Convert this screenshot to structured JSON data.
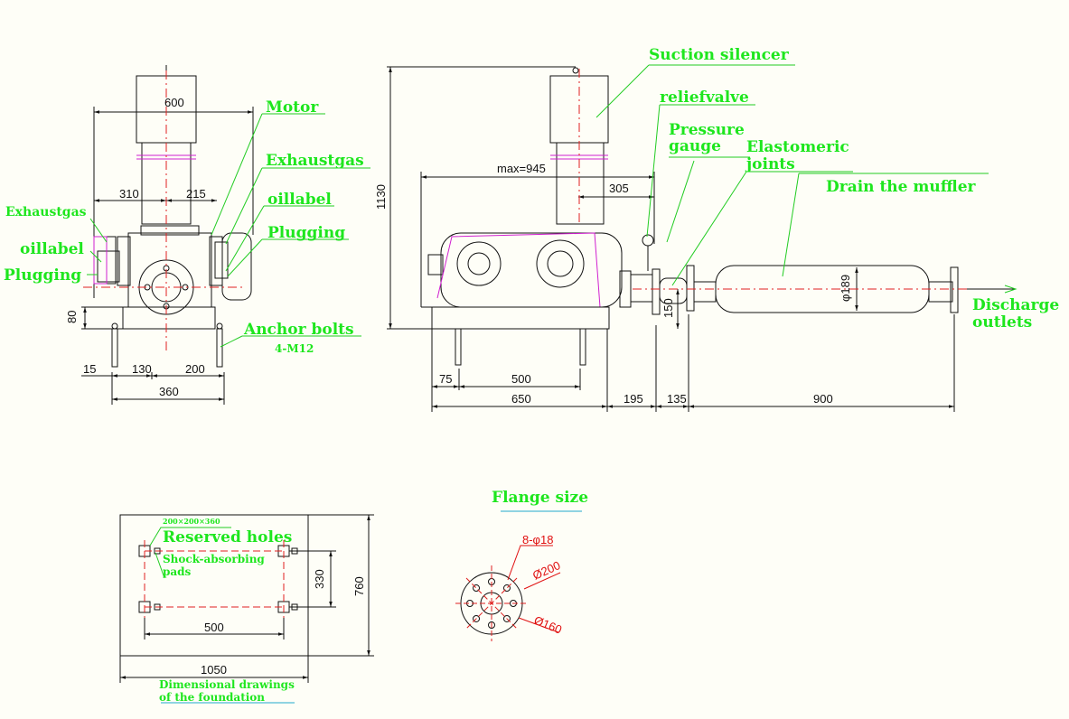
{
  "colors": {
    "background": "#fefef7",
    "label_green": "#1ee61e",
    "line_black": "#111111",
    "leader_green": "#22cc22",
    "center_red": "#e02020",
    "belt_magenta": "#d020d0",
    "flange_red": "#e01010",
    "cyan_accent": "#22aacc"
  },
  "labels": {
    "motor": "Motor",
    "exhaust_gas_right": "Exhaustgas",
    "oil_label_right": "oillabel",
    "plugging_right": "Plugging",
    "exhaust_gas_left": "Exhaustgas",
    "oil_label_left": "oillabel",
    "plugging_left": "Plugging",
    "anchor_bolts": "Anchor bolts",
    "anchor_bolts_spec": "4-M12",
    "suction_silencer": "Suction silencer",
    "relief_valve": "reliefvalve",
    "pressure_gauge_1": "Pressure",
    "pressure_gauge_2": "gauge",
    "elastomeric_1": "Elastomeric",
    "elastomeric_2": "joints",
    "drain_muffler": "Drain the muffler",
    "discharge_1": "Discharge",
    "discharge_2": "outlets",
    "flange_size": "Flange size",
    "reserved_holes": "Reserved holes",
    "reserved_spec": "200×200×360",
    "shock_pads_1": "Shock-absorbing",
    "shock_pads_2": "pads",
    "foundation_caption_1": "Dimensional drawings",
    "foundation_caption_2": "of the foundation"
  },
  "dimensions": {
    "front_width_top": "600",
    "front_310": "310",
    "front_215": "215",
    "front_80": "80",
    "front_15": "15",
    "front_130": "130",
    "front_200": "200",
    "front_360": "360",
    "side_height": "1130",
    "side_max": "max=945",
    "side_305": "305",
    "side_75": "75",
    "side_500": "500",
    "side_650": "650",
    "side_195": "195",
    "side_135": "135",
    "side_900": "900",
    "side_150": "150",
    "muffler_dia": "φ189",
    "found_330": "330",
    "found_760": "760",
    "found_500": "500",
    "found_1050": "1050",
    "flange_holes": "8-φ18",
    "flange_outer": "Ø200",
    "flange_pcd": "Ø160"
  }
}
